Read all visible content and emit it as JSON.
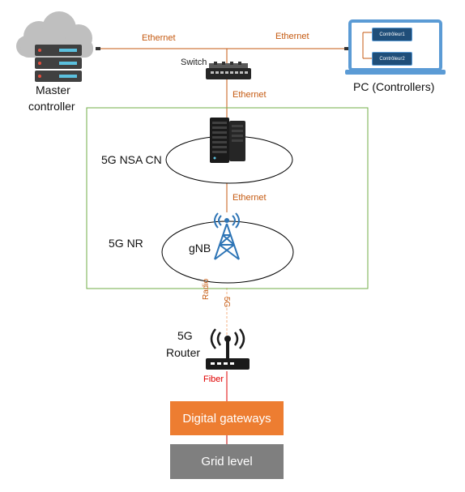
{
  "nodes": {
    "master_controller": {
      "label_line1": "Master",
      "label_line2": "controller",
      "icon": "server-cloud-icon"
    },
    "switch": {
      "label": "Switch",
      "icon": "network-switch-icon"
    },
    "pc": {
      "label": "PC (Controllers)",
      "icon": "laptop-icon",
      "controller1": "Contrôleur1",
      "controller2": "Contrôleur2"
    },
    "core": {
      "label": "5G NSA CN",
      "icon": "server-rack-icon"
    },
    "nr": {
      "label": "5G NR",
      "icon": "antenna-tower-icon",
      "gnb_label": "gNB"
    },
    "router": {
      "label_line1": "5G",
      "label_line2": "Router",
      "icon": "wifi-router-icon"
    },
    "digital_gateways": {
      "label": "Digital gateways",
      "color": "#ed7d31"
    },
    "grid_level": {
      "label": "Grid level",
      "color": "#7f7f7f"
    }
  },
  "links": {
    "master_switch": "Ethernet",
    "switch_pc": "Ethernet",
    "switch_core": "Ethernet",
    "core_nr": "Ethernet",
    "nr_router_line1": "Radio",
    "nr_router_line2": "5G",
    "router_gateways": "Fiber"
  },
  "colors": {
    "ethernet": "#c55a11",
    "fiber": "#e00000",
    "radio": "#f4b183",
    "enclosure": "#70ad47",
    "laptop": "#5b9bd5"
  }
}
